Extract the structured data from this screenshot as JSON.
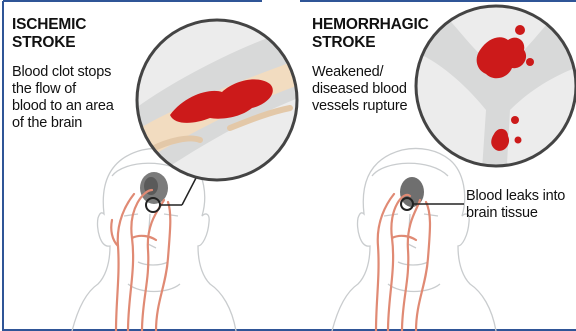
{
  "panels": {
    "ischemic": {
      "title_lines": [
        "ISCHEMIC",
        "STROKE"
      ],
      "desc_lines": [
        "Blood clot stops",
        "the flow of",
        "blood to an area",
        "of the brain"
      ]
    },
    "hemorrhagic": {
      "title_lines": [
        "HEMORRHAGIC",
        "STROKE"
      ],
      "desc_lines": [
        "Weakened/",
        "diseased blood",
        "vessels rupture"
      ],
      "leak_lines": [
        "Blood leaks into",
        "brain tissue"
      ]
    }
  },
  "colors": {
    "border": "#2f5597",
    "blood": "#cc1a1a",
    "artery": "#e08a74",
    "vessel": "#d8d9d9",
    "plaque": "#f2dcc0",
    "head_outline": "#c9ccce",
    "lesion": "#6f6f6f",
    "magnifier_rim": "#444444"
  }
}
